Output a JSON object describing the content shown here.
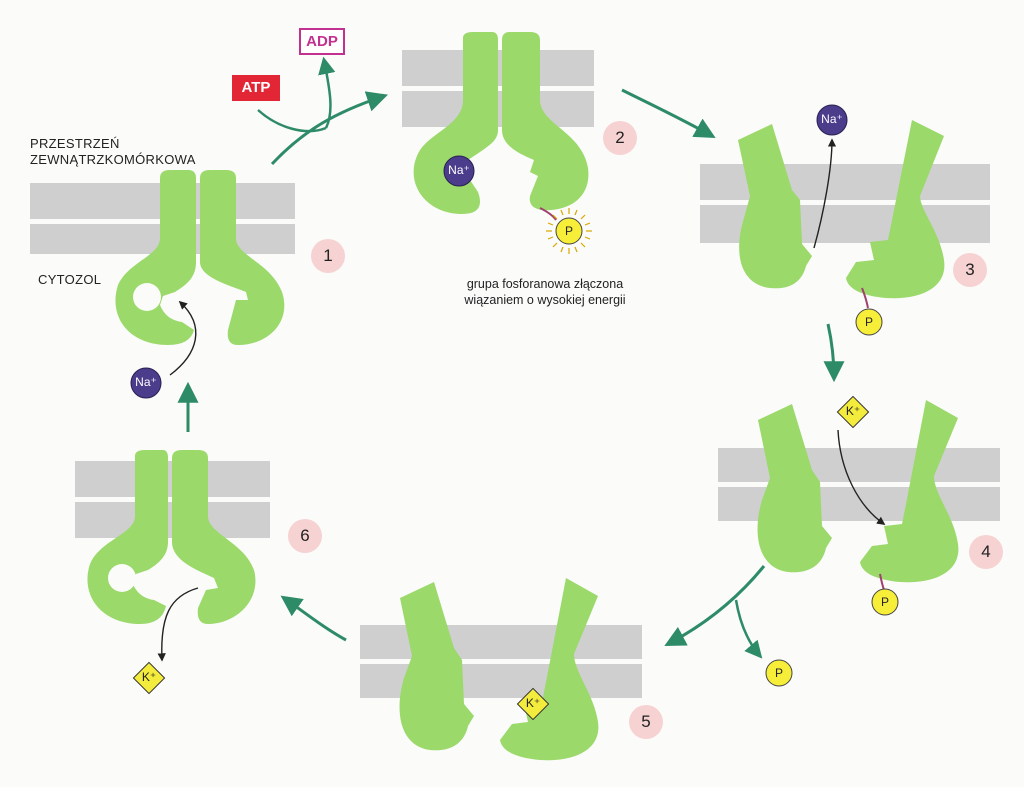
{
  "labels": {
    "extracellular": "PRZESTRZEŃ ZEWNĄTRZKOMÓRKOWA",
    "cytosol": "CYTOZOL",
    "phosphate_caption": "grupa fosforanowa złączona wiązaniem o wysokiej energii",
    "atp": "ATP",
    "adp": "ADP",
    "na": "Na⁺",
    "k": "K⁺",
    "p": "P"
  },
  "steps": [
    "1",
    "2",
    "3",
    "4",
    "5",
    "6"
  ],
  "colors": {
    "protein": "#9bd96b",
    "membrane": "#cfcfcf",
    "arrow": "#2e8b68",
    "sodium": "#4b3c8c",
    "potassium": "#f4ec3c",
    "phosphate": "#f7ee3a",
    "step_badge": "#f6d2d2",
    "atp": "#e32636",
    "adp": "#c2318f"
  }
}
